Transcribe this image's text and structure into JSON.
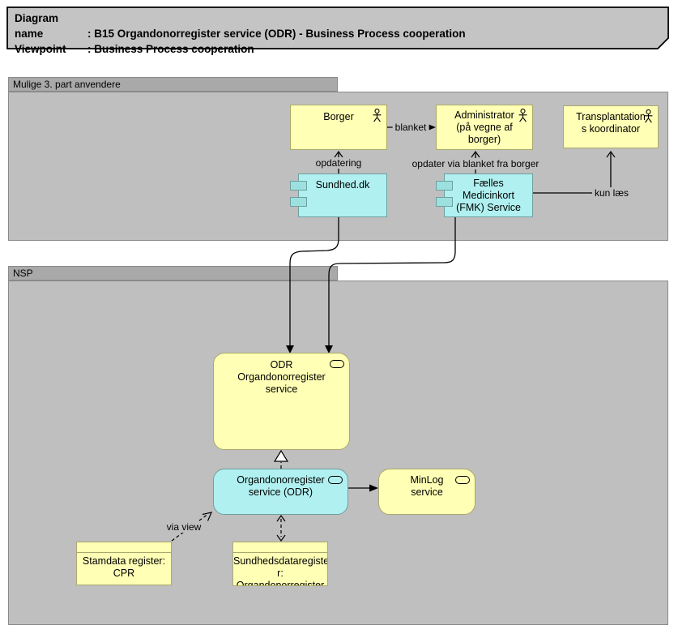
{
  "title_note": {
    "line1_label": "Diagram name",
    "line1_value": ": B15 Organdonorregister service (ODR) - Business Process cooperation",
    "line2_label": "Viewpoint",
    "line2_value": ": Business Process cooperation"
  },
  "groups": {
    "third_party": {
      "label": "Mulige 3. part anvendere"
    },
    "nsp": {
      "label": "NSP"
    }
  },
  "nodes": {
    "borger": {
      "label": "Borger",
      "type": "business-actor"
    },
    "administrator": {
      "label": "Administrator\n(på vegne af\nborger)",
      "type": "business-actor"
    },
    "transplantations_koordinator": {
      "label": "Transplantation\ns koordinator",
      "type": "business-actor"
    },
    "sundhed_dk": {
      "label": "Sundhed.dk",
      "type": "application-component"
    },
    "fmk_service": {
      "label": "Fælles\nMedicinkort\n(FMK) Service",
      "type": "application-component"
    },
    "odr_service": {
      "label": "ODR\nOrgandonorregister\nservice",
      "type": "business-service"
    },
    "odr_app_service": {
      "label": "Organdonorregister\nservice (ODR)",
      "type": "application-service"
    },
    "minlog_service": {
      "label": "MinLog\nservice",
      "type": "application-service"
    },
    "stamdata_cpr": {
      "label": "Stamdata register:\nCPR",
      "type": "data-object"
    },
    "sundhedsdataregister": {
      "label": "Sundhedsdataregiste\nr:\nOrgandonorregister",
      "type": "data-object"
    }
  },
  "relations": {
    "blanket": "blanket",
    "opdatering": "opdatering",
    "opdater_via_blanket": "opdater via blanket fra borger",
    "kun_laes": "kun læs",
    "via_view": "via view"
  },
  "icons": {
    "actor": "actor-icon",
    "service": "service-icon",
    "component": "component-icon"
  },
  "colors": {
    "business_yellow": "#FFFFB5",
    "business_border": "#A9A96E",
    "app_cyan": "#B0F0F0",
    "app_cyan_tab": "#9CE0E0",
    "app_border": "#6F9F9F",
    "group_tab": "#A9A9A9",
    "group_body": "#BFBFBF",
    "note_bg": "#C4C4C4",
    "line": "#000000"
  }
}
